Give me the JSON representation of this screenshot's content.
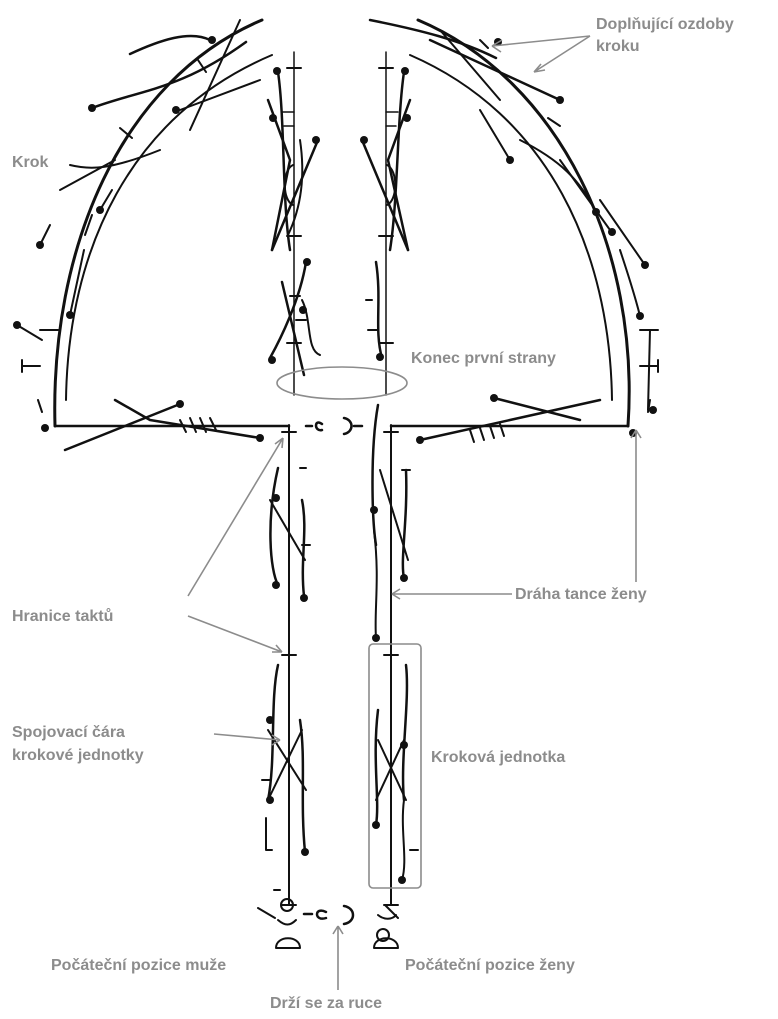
{
  "colors": {
    "label": "#8c8c8c",
    "ink": "#111111",
    "annotation_box": "#a6a6a6"
  },
  "labels": {
    "dopl_line1": "Doplňující ozdoby",
    "dopl_line2": "kroku",
    "krok": "Krok",
    "konec_prvni_strany": "Konec první strany",
    "hranice_taktu": "Hranice taktů",
    "drahatance_zeny": "Dráha tance ženy",
    "spojovaci_line1": "Spojovací čára",
    "spojovaci_line2": "krokové jednotky",
    "krokova_jednotka": "Kroková jednotka",
    "pocatecni_muze": "Počáteční pozice muže",
    "pocatecni_zeny": "Počáteční pozice ženy",
    "drzi_se_za_ruce": "Drží se za ruce"
  }
}
